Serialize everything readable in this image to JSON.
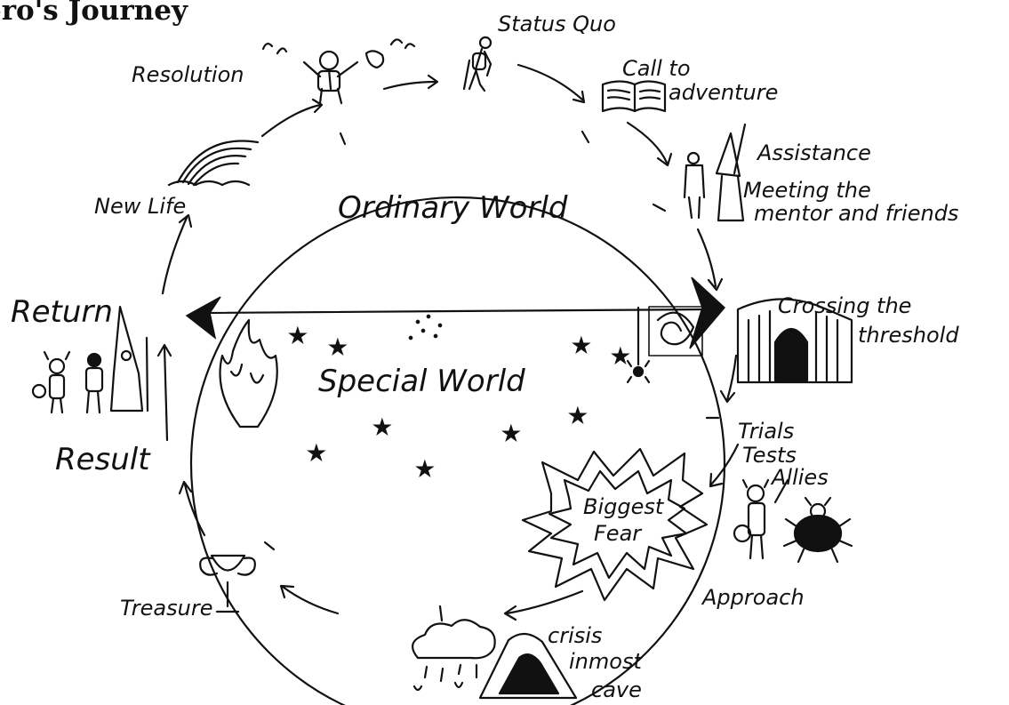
{
  "title": "ero's Journey",
  "worlds": {
    "ordinary": "Ordinary World",
    "special": "Special World"
  },
  "stages": {
    "status_quo": "Status Quo",
    "call_1": "Call to",
    "call_2": "adventure",
    "assistance": "Assistance",
    "meeting_1": "Meeting the",
    "meeting_2": "mentor and friends",
    "crossing_1": "Crossing the",
    "crossing_2": "threshold",
    "trials": "Trials",
    "tests": "Tests",
    "allies": "Allies",
    "biggest": "Biggest",
    "fear": "Fear",
    "approach": "Approach",
    "crisis": "crisis",
    "inmost": "inmost",
    "cave": "cave",
    "treasure": "Treasure",
    "result": "Result",
    "return": "Return",
    "new_life": "New Life",
    "resolution": "Resolution"
  },
  "icons": [
    "hiker-icon",
    "book-icon",
    "wizard-mentor-icon",
    "castle-gate-icon",
    "spider-web-icon",
    "viking-warrior-icon",
    "beetle-icon",
    "storm-cloud-icon",
    "cave-icon",
    "trophy-icon",
    "flame-icon",
    "return-party-icon",
    "rainbow-icon",
    "celebrating-hero-icon",
    "star-icon"
  ]
}
